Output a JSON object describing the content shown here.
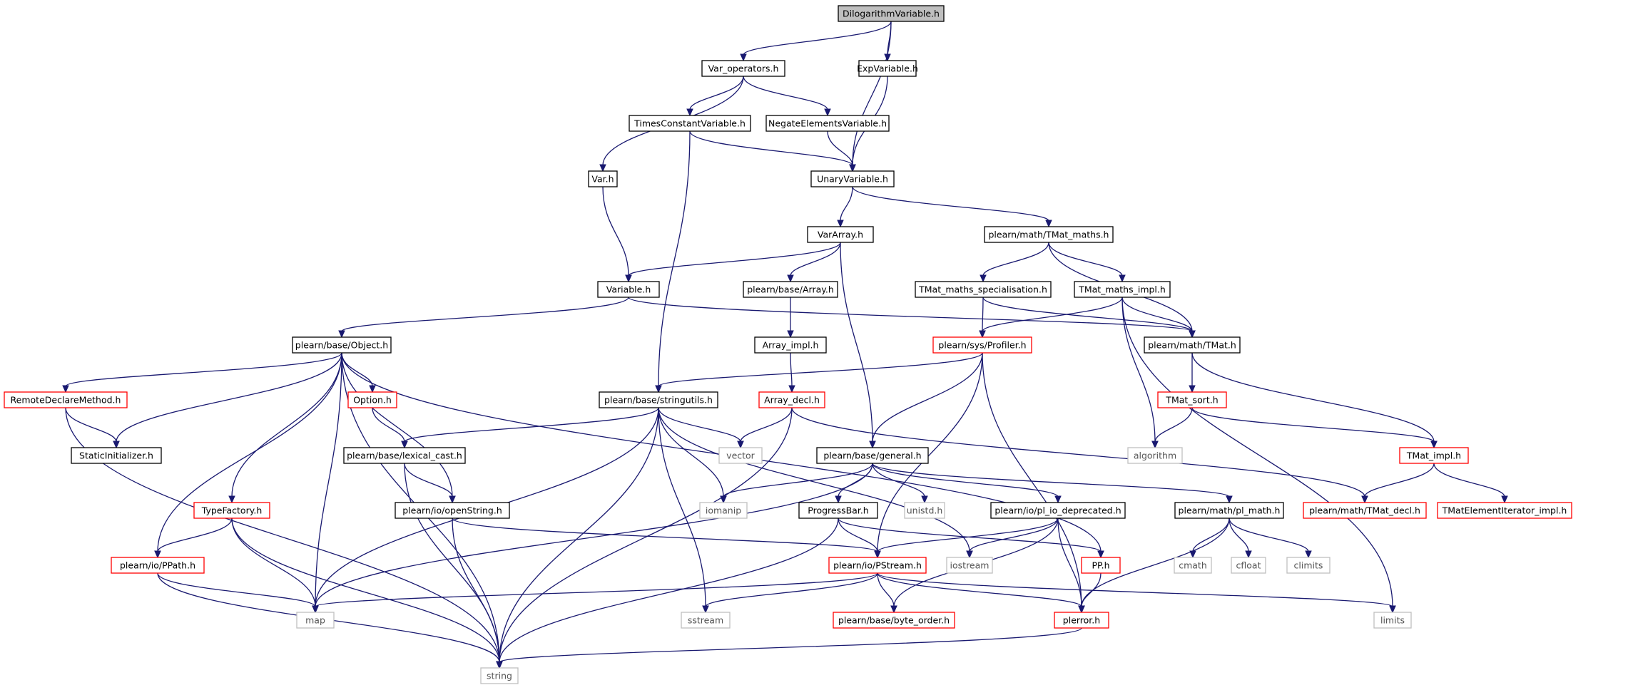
{
  "colors": {
    "edge": "#191970",
    "root_fill": "#bfbfbf",
    "normal_stroke": "#000000",
    "incomplete_stroke": "#ff0000",
    "system_stroke": "#bfbfbf",
    "system_text": "#555555",
    "text": "#000000"
  },
  "nodes": [
    {
      "id": "dilog",
      "label": "DilogarithmVariable.h",
      "kind": "root"
    },
    {
      "id": "varops",
      "label": "Var_operators.h",
      "kind": "normal"
    },
    {
      "id": "expvar",
      "label": "ExpVariable.h",
      "kind": "normal"
    },
    {
      "id": "timesconst",
      "label": "TimesConstantVariable.h",
      "kind": "normal"
    },
    {
      "id": "negate",
      "label": "NegateElementsVariable.h",
      "kind": "normal"
    },
    {
      "id": "varh",
      "label": "Var.h",
      "kind": "normal"
    },
    {
      "id": "unary",
      "label": "UnaryVariable.h",
      "kind": "normal"
    },
    {
      "id": "vararray",
      "label": "VarArray.h",
      "kind": "normal"
    },
    {
      "id": "tmatmaths",
      "label": "plearn/math/TMat_maths.h",
      "kind": "normal"
    },
    {
      "id": "variable",
      "label": "Variable.h",
      "kind": "normal"
    },
    {
      "id": "basearray",
      "label": "plearn/base/Array.h",
      "kind": "normal"
    },
    {
      "id": "tmatspec",
      "label": "TMat_maths_specialisation.h",
      "kind": "normal"
    },
    {
      "id": "tmatimplh",
      "label": "TMat_maths_impl.h",
      "kind": "normal"
    },
    {
      "id": "object",
      "label": "plearn/base/Object.h",
      "kind": "normal"
    },
    {
      "id": "arrayimpl",
      "label": "Array_impl.h",
      "kind": "normal"
    },
    {
      "id": "profiler",
      "label": "plearn/sys/Profiler.h",
      "kind": "incomplete"
    },
    {
      "id": "tmat",
      "label": "plearn/math/TMat.h",
      "kind": "normal"
    },
    {
      "id": "remote",
      "label": "RemoteDeclareMethod.h",
      "kind": "incomplete"
    },
    {
      "id": "option",
      "label": "Option.h",
      "kind": "incomplete"
    },
    {
      "id": "stringutils",
      "label": "plearn/base/stringutils.h",
      "kind": "normal"
    },
    {
      "id": "arraydecl",
      "label": "Array_decl.h",
      "kind": "incomplete"
    },
    {
      "id": "tmatsort",
      "label": "TMat_sort.h",
      "kind": "incomplete"
    },
    {
      "id": "staticinit",
      "label": "StaticInitializer.h",
      "kind": "normal"
    },
    {
      "id": "lexcast",
      "label": "plearn/base/lexical_cast.h",
      "kind": "normal"
    },
    {
      "id": "vector",
      "label": "vector",
      "kind": "system"
    },
    {
      "id": "general",
      "label": "plearn/base/general.h",
      "kind": "normal"
    },
    {
      "id": "algorithm",
      "label": "algorithm",
      "kind": "system"
    },
    {
      "id": "tmatimpl",
      "label": "TMat_impl.h",
      "kind": "incomplete"
    },
    {
      "id": "typefactory",
      "label": "TypeFactory.h",
      "kind": "incomplete"
    },
    {
      "id": "openstring",
      "label": "plearn/io/openString.h",
      "kind": "normal"
    },
    {
      "id": "iomanip",
      "label": "iomanip",
      "kind": "system"
    },
    {
      "id": "progressbar",
      "label": "ProgressBar.h",
      "kind": "normal"
    },
    {
      "id": "unistd",
      "label": "unistd.h",
      "kind": "system"
    },
    {
      "id": "pliodep",
      "label": "plearn/io/pl_io_deprecated.h",
      "kind": "normal"
    },
    {
      "id": "plmath",
      "label": "plearn/math/pl_math.h",
      "kind": "normal"
    },
    {
      "id": "tmatdecl",
      "label": "plearn/math/TMat_decl.h",
      "kind": "incomplete"
    },
    {
      "id": "tmatelemit",
      "label": "TMatElementIterator_impl.h",
      "kind": "incomplete"
    },
    {
      "id": "ppath",
      "label": "plearn/io/PPath.h",
      "kind": "incomplete"
    },
    {
      "id": "pstream",
      "label": "plearn/io/PStream.h",
      "kind": "incomplete"
    },
    {
      "id": "iostream",
      "label": "iostream",
      "kind": "system"
    },
    {
      "id": "pph",
      "label": "PP.h",
      "kind": "incomplete"
    },
    {
      "id": "cmath",
      "label": "cmath",
      "kind": "system"
    },
    {
      "id": "cfloat",
      "label": "cfloat",
      "kind": "system"
    },
    {
      "id": "climits",
      "label": "climits",
      "kind": "system"
    },
    {
      "id": "map",
      "label": "map",
      "kind": "system"
    },
    {
      "id": "sstream",
      "label": "sstream",
      "kind": "system"
    },
    {
      "id": "byteorder",
      "label": "plearn/base/byte_order.h",
      "kind": "incomplete"
    },
    {
      "id": "plerror",
      "label": "plerror.h",
      "kind": "incomplete"
    },
    {
      "id": "limits",
      "label": "limits",
      "kind": "system"
    },
    {
      "id": "string",
      "label": "string",
      "kind": "system"
    }
  ],
  "edges": [
    [
      "dilog",
      "varops"
    ],
    [
      "dilog",
      "expvar"
    ],
    [
      "dilog",
      "unary"
    ],
    [
      "varops",
      "timesconst"
    ],
    [
      "varops",
      "negate"
    ],
    [
      "varops",
      "varh"
    ],
    [
      "expvar",
      "unary"
    ],
    [
      "timesconst",
      "unary"
    ],
    [
      "timesconst",
      "stringutils"
    ],
    [
      "negate",
      "unary"
    ],
    [
      "varh",
      "variable"
    ],
    [
      "unary",
      "vararray"
    ],
    [
      "unary",
      "tmatmaths"
    ],
    [
      "vararray",
      "variable"
    ],
    [
      "vararray",
      "basearray"
    ],
    [
      "vararray",
      "general"
    ],
    [
      "tmatmaths",
      "tmatspec"
    ],
    [
      "tmatmaths",
      "tmatimplh"
    ],
    [
      "tmatmaths",
      "tmat"
    ],
    [
      "variable",
      "object"
    ],
    [
      "variable",
      "tmat"
    ],
    [
      "basearray",
      "arrayimpl"
    ],
    [
      "tmatspec",
      "profiler"
    ],
    [
      "tmatspec",
      "tmat"
    ],
    [
      "tmatimplh",
      "profiler"
    ],
    [
      "tmatimplh",
      "tmat"
    ],
    [
      "tmatimplh",
      "algorithm"
    ],
    [
      "tmatimplh",
      "limits"
    ],
    [
      "object",
      "remote"
    ],
    [
      "object",
      "staticinit"
    ],
    [
      "object",
      "option"
    ],
    [
      "object",
      "typefactory"
    ],
    [
      "object",
      "ppath"
    ],
    [
      "object",
      "map"
    ],
    [
      "object",
      "openstring"
    ],
    [
      "object",
      "string"
    ],
    [
      "object",
      "pph"
    ],
    [
      "arrayimpl",
      "arraydecl"
    ],
    [
      "profiler",
      "stringutils"
    ],
    [
      "profiler",
      "general"
    ],
    [
      "profiler",
      "pstream"
    ],
    [
      "profiler",
      "plerror"
    ],
    [
      "tmat",
      "tmatsort"
    ],
    [
      "tmat",
      "tmatimpl"
    ],
    [
      "remote",
      "staticinit"
    ],
    [
      "remote",
      "string"
    ],
    [
      "option",
      "lexcast"
    ],
    [
      "stringutils",
      "lexcast"
    ],
    [
      "stringutils",
      "vector"
    ],
    [
      "stringutils",
      "iomanip"
    ],
    [
      "stringutils",
      "map"
    ],
    [
      "stringutils",
      "string"
    ],
    [
      "stringutils",
      "sstream"
    ],
    [
      "stringutils",
      "iostream"
    ],
    [
      "arraydecl",
      "vector"
    ],
    [
      "arraydecl",
      "string"
    ],
    [
      "arraydecl",
      "tmatdecl"
    ],
    [
      "tmatsort",
      "algorithm"
    ],
    [
      "tmatsort",
      "tmatimpl"
    ],
    [
      "lexcast",
      "openstring"
    ],
    [
      "lexcast",
      "string"
    ],
    [
      "general",
      "iomanip"
    ],
    [
      "general",
      "progressbar"
    ],
    [
      "general",
      "unistd"
    ],
    [
      "general",
      "pliodep"
    ],
    [
      "general",
      "plmath"
    ],
    [
      "general",
      "map"
    ],
    [
      "tmatimpl",
      "tmatdecl"
    ],
    [
      "tmatimpl",
      "tmatelemit"
    ],
    [
      "typefactory",
      "ppath"
    ],
    [
      "typefactory",
      "map"
    ],
    [
      "typefactory",
      "string"
    ],
    [
      "openstring",
      "pstream"
    ],
    [
      "openstring",
      "string"
    ],
    [
      "progressbar",
      "pstream"
    ],
    [
      "progressbar",
      "pph"
    ],
    [
      "progressbar",
      "string"
    ],
    [
      "pliodep",
      "pstream"
    ],
    [
      "pliodep",
      "iostream"
    ],
    [
      "pliodep",
      "byteorder"
    ],
    [
      "pliodep",
      "plerror"
    ],
    [
      "plmath",
      "cmath"
    ],
    [
      "plmath",
      "cfloat"
    ],
    [
      "plmath",
      "climits"
    ],
    [
      "plmath",
      "plerror"
    ],
    [
      "ppath",
      "map"
    ],
    [
      "ppath",
      "string"
    ],
    [
      "pstream",
      "map"
    ],
    [
      "pstream",
      "sstream"
    ],
    [
      "pstream",
      "byteorder"
    ],
    [
      "pstream",
      "plerror"
    ],
    [
      "pstream",
      "limits"
    ],
    [
      "pph",
      "plerror"
    ],
    [
      "plerror",
      "string"
    ]
  ]
}
